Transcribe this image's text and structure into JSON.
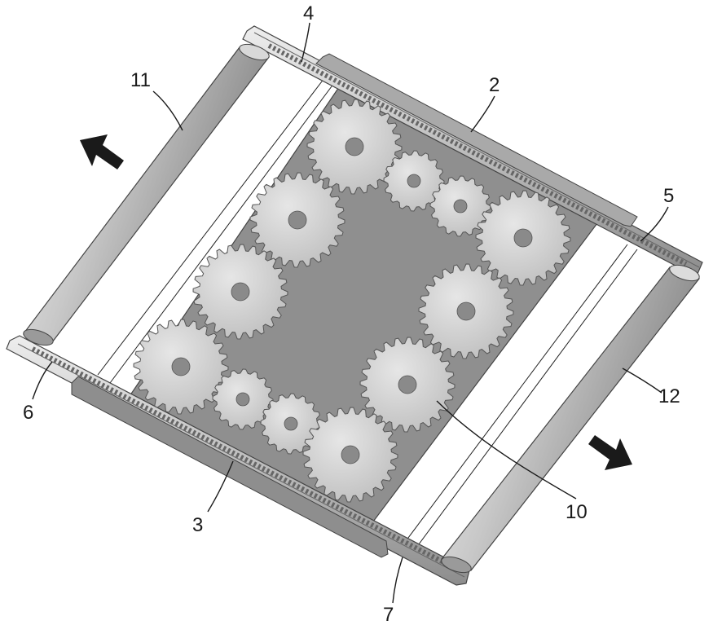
{
  "labels": {
    "l2": "2",
    "l3": "3",
    "l4": "4",
    "l5": "5",
    "l6": "6",
    "l7": "7",
    "l10": "10",
    "l11": "11",
    "l12": "12"
  },
  "colors": {
    "plate": "#8f8f8f",
    "gear": "#d2d2d2",
    "gear_stroke": "#555555",
    "hub": "#8a8a8a",
    "rail": "#bcbcbc",
    "roller": "#c4c4c4",
    "arrow": "#1a1a1a"
  }
}
